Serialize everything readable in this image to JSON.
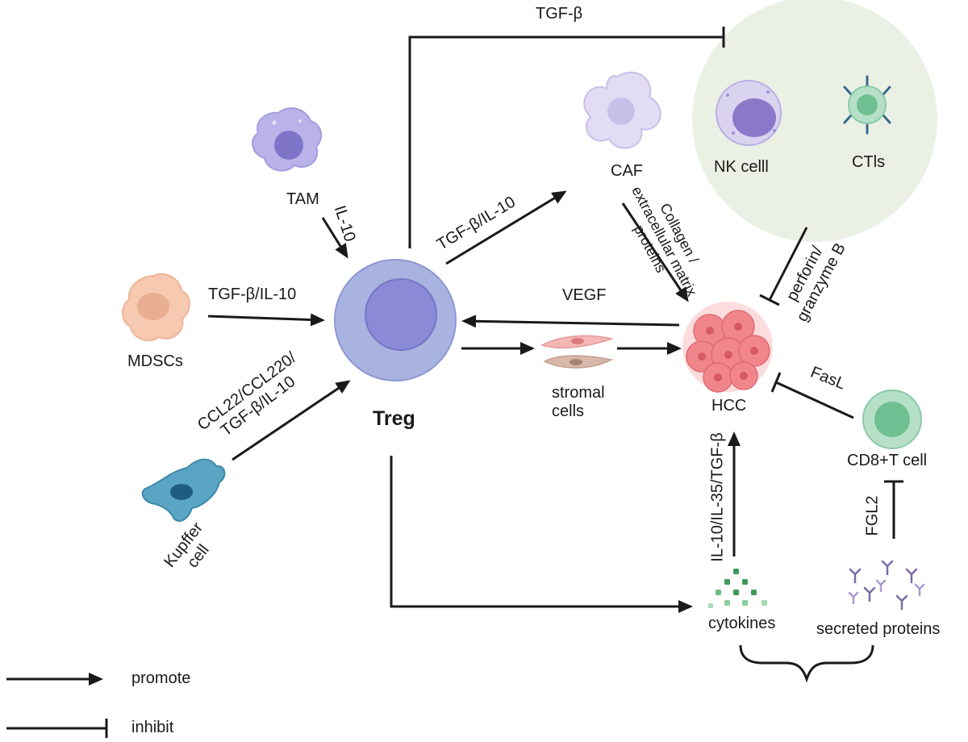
{
  "nodes": {
    "treg": "Treg",
    "tam": "TAM",
    "mdsc": "MDSCs",
    "kupffer_line1": "Kupffer",
    "kupffer_line2": "cell",
    "caf": "CAF",
    "nk": "NK celll",
    "ctl": "CTls",
    "stromal_line1": "stromal",
    "stromal_line2": "cells",
    "hcc": "HCC",
    "cd8": "CD8+T cell",
    "cytokines": "cytokines",
    "secreted": "secreted proteins"
  },
  "edges": {
    "tgfb_top": "TGF-β",
    "il10_tam": "IL-10",
    "mdsc_label": "TGF-β/IL-10",
    "kupffer_line1": "CCL22/CCL220/",
    "kupffer_line2": "TGF-β/IL-10",
    "caf_label": "TGF-β/IL-10",
    "collagen_line1": "Collagen /",
    "collagen_line2": "extracellular matrix",
    "collagen_line3": "proteins",
    "perforin_line1": "perforin/",
    "perforin_line2": "granzyme B",
    "vegf": "VEGF",
    "fasl": "FasL",
    "cyt_label": "IL-10/IL-35/TGF-β",
    "fgl2": "FGL2"
  },
  "legend": {
    "promote": "promote",
    "inhibit": "inhibit"
  },
  "colors": {
    "treg_outer": "#a9b3e0",
    "treg_inner": "#8b8ad6",
    "immune_zone": "#eaf1e4",
    "hcc": "#f0868c",
    "edge": "#1a1a1a"
  }
}
